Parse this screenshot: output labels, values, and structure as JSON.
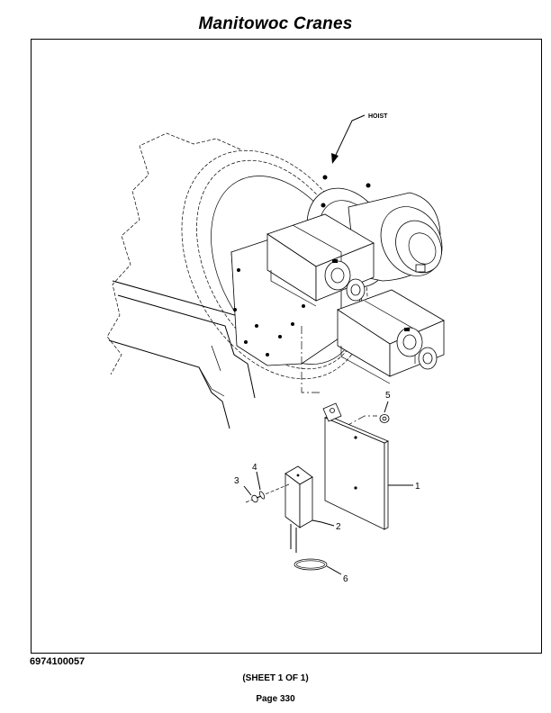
{
  "header": {
    "title": "Manitowoc Cranes"
  },
  "drawing": {
    "callouts": {
      "hoist": "HOIST",
      "item1": "1",
      "item2": "2",
      "item3": "3",
      "item4": "4",
      "item5": "5",
      "item6": "6"
    }
  },
  "footer": {
    "part_number": "6974100057",
    "sheet": "(SHEET 1 OF 1)",
    "page": "Page 330"
  }
}
